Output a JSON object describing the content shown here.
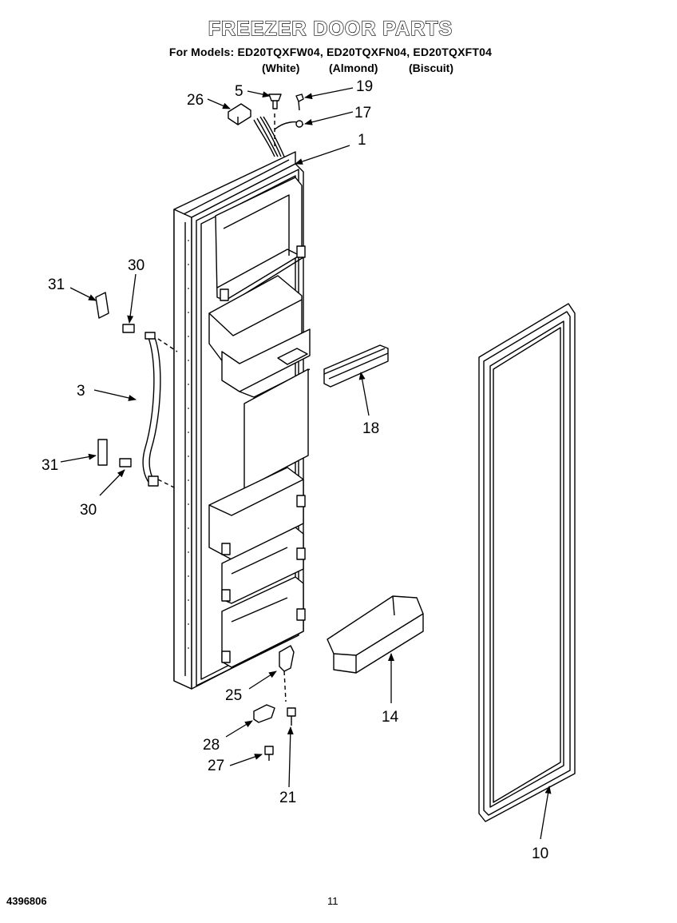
{
  "header": {
    "title": "FREEZER DOOR PARTS",
    "models_line": "For Models: ED20TQXFW04, ED20TQXFN04, ED20TQXFT04",
    "color_white": "(White)",
    "color_almond": "(Almond)",
    "color_biscuit": "(Biscuit)"
  },
  "callouts": {
    "c1": "1",
    "c3": "3",
    "c5": "5",
    "c10": "10",
    "c14": "14",
    "c17": "17",
    "c18": "18",
    "c19": "19",
    "c21": "21",
    "c25": "25",
    "c26": "26",
    "c27": "27",
    "c28": "28",
    "c30a": "30",
    "c30b": "30",
    "c31a": "31",
    "c31b": "31"
  },
  "footer": {
    "doc_number": "4396806",
    "page_number": "11"
  }
}
